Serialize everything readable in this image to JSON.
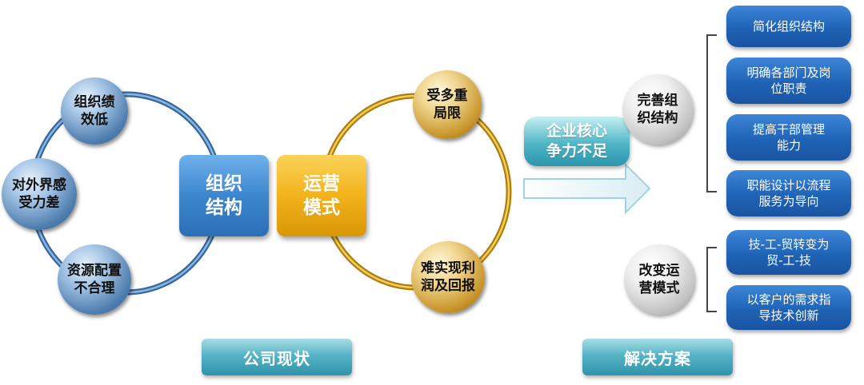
{
  "left_cluster": {
    "balls": [
      "组织绩\n效低",
      "对外界感\n受力差",
      "资源配置\n不合理"
    ],
    "center": "组织\n结构"
  },
  "right_cluster": {
    "center": "运营\n模式",
    "balls": [
      "受多重\n局限",
      "难实现利\n润及回报"
    ]
  },
  "problem_label": "企业核心\n争力不足",
  "solutions": [
    {
      "heading": "完善组\n织结构",
      "items": [
        "简化组织结构",
        "明确各部门及岗\n位职责",
        "提高干部管理\n能力",
        "职能设计以流程\n服务为导向"
      ]
    },
    {
      "heading": "改变运\n营模式",
      "items": [
        "技-工-贸转变为\n贸-工-技",
        "以客户的需求指\n导技术创新"
      ]
    }
  ],
  "footer": {
    "left": "公司现状",
    "right": "解决方案"
  },
  "colors": {
    "blue_ring": "#4a7fbf",
    "gold_ring": "#d9a417",
    "pill_blue": "#1f63b6",
    "teal": "#3fa7bc"
  }
}
